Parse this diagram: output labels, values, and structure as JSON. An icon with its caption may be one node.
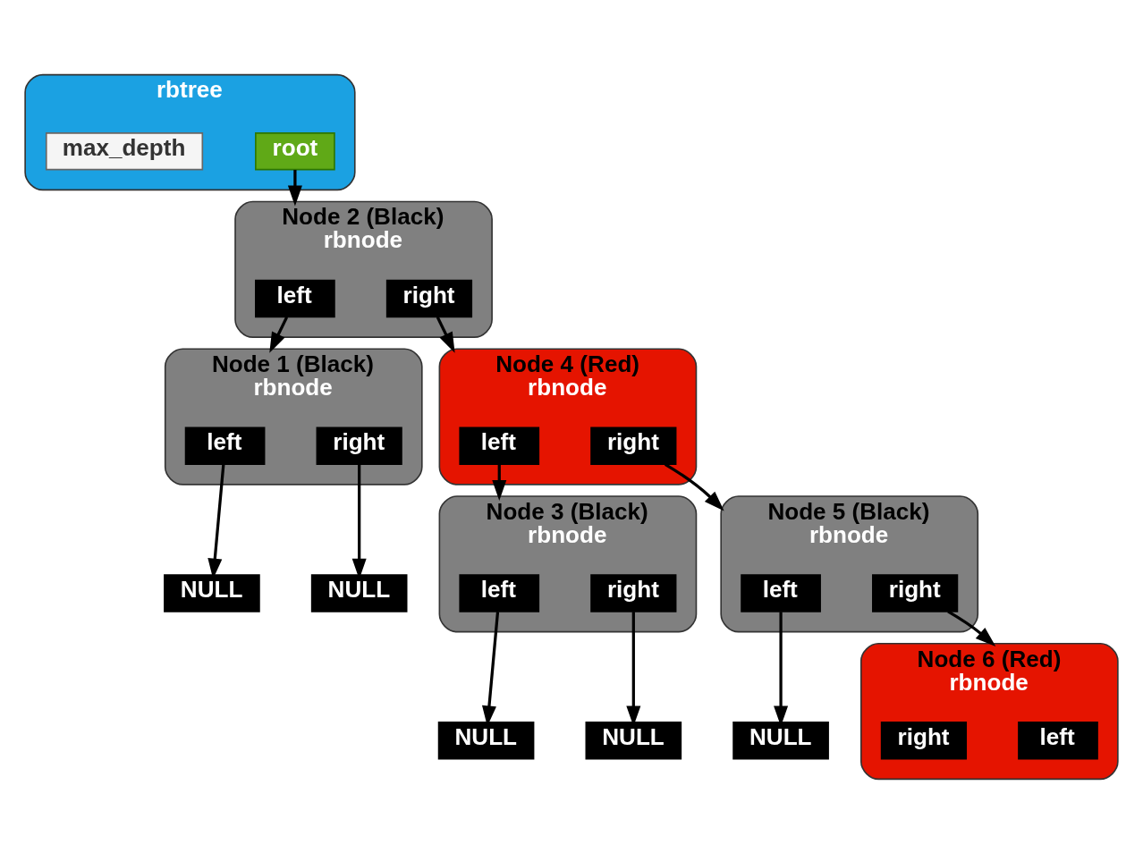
{
  "diagram": {
    "nodes": [
      {
        "text": [
          "rbtree"
        ]
      },
      {
        "text": [
          "root"
        ],
        "in": 0
      },
      {
        "text": [
          "max_depth"
        ],
        "in": 0
      },
      {
        "text": [
          "Node 2 (Black)",
          "rbnode"
        ]
      },
      {
        "text": [
          "left"
        ],
        "in": 3
      },
      {
        "text": [
          "right"
        ],
        "in": 3
      },
      {
        "text": [
          "Node 1 (Black)",
          "rbnode"
        ]
      },
      {
        "text": [
          "left"
        ],
        "in": 6
      },
      {
        "text": [
          "right"
        ],
        "in": 6
      },
      {
        "text": [
          "Node 4 (Red)",
          "rbnode"
        ]
      },
      {
        "text": [
          "left"
        ],
        "in": 9
      },
      {
        "text": [
          "right"
        ],
        "in": 9
      },
      {
        "text": [
          "NULL"
        ]
      },
      {
        "text": [
          "NULL"
        ]
      },
      {
        "text": [
          "Node 3 (Black)",
          "rbnode"
        ]
      },
      {
        "text": [
          "left"
        ],
        "in": 14
      },
      {
        "text": [
          "right"
        ],
        "in": 14
      },
      {
        "text": [
          "Node 5 (Black)",
          "rbnode"
        ]
      },
      {
        "text": [
          "left"
        ],
        "in": 17
      },
      {
        "text": [
          "right"
        ],
        "in": 17
      },
      {
        "text": [
          "NULL"
        ]
      },
      {
        "text": [
          "NULL"
        ]
      },
      {
        "text": [
          "NULL"
        ]
      },
      {
        "text": [
          "Node 6 (Red)",
          "rbnode"
        ]
      },
      {
        "text": [
          "left"
        ],
        "in": 23
      },
      {
        "text": [
          "right"
        ],
        "in": 23
      }
    ],
    "edges": [
      {
        "from": 1,
        "to": 3,
        "arrow": "to"
      },
      {
        "from": 4,
        "to": 6,
        "arrow": "to"
      },
      {
        "from": 5,
        "to": 9,
        "arrow": "to"
      },
      {
        "from": 7,
        "to": 12,
        "arrow": "to"
      },
      {
        "from": 8,
        "to": 13,
        "arrow": "to"
      },
      {
        "from": 10,
        "to": 14,
        "arrow": "to"
      },
      {
        "from": 11,
        "to": 17,
        "arrow": "to"
      },
      {
        "from": 15,
        "to": 20,
        "arrow": "to"
      },
      {
        "from": 16,
        "to": 21,
        "arrow": "to"
      },
      {
        "from": 18,
        "to": 22,
        "arrow": "to"
      },
      {
        "from": 19,
        "to": 23,
        "arrow": "to"
      }
    ]
  }
}
